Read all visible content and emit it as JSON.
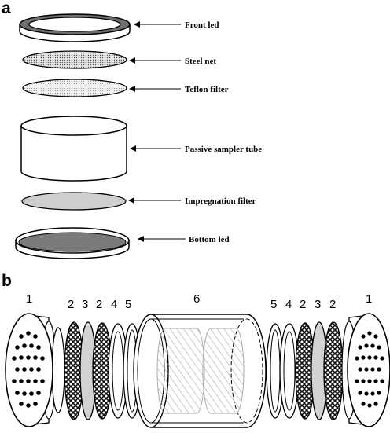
{
  "panel_a": {
    "letter": "a",
    "labels": {
      "front_lid": "Front led",
      "steel_net": "Steel net",
      "teflon_filter": "Teflon filter",
      "tube": "Passive sampler tube",
      "impregnation_filter": "Impregnation filter",
      "bottom_lid": "Bottom led"
    }
  },
  "panel_b": {
    "letter": "b",
    "numbers": {
      "n1_left": "1",
      "n2a": "2",
      "n3a": "3",
      "n2b": "2",
      "n4a": "4",
      "n5a": "5",
      "n6": "6",
      "n5b": "5",
      "n4b": "4",
      "n2c": "2",
      "n3b": "3",
      "n2d": "2",
      "n1_right": "1"
    }
  }
}
